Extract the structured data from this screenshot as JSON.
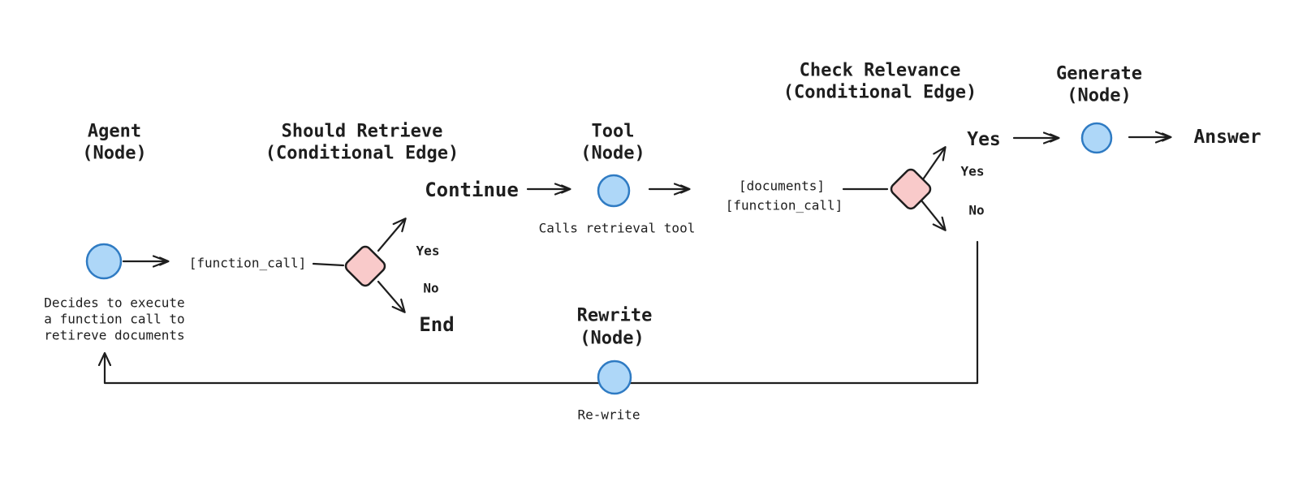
{
  "colors": {
    "background": "#ffffff",
    "node_fill": "#aed7f8",
    "node_stroke": "#2f7bc3",
    "diamond_fill": "#f9caca",
    "diamond_stroke": "#1e1e1e",
    "edge": "#1e1e1e",
    "blue_label": "#2d72b8",
    "dark_text": "#1e1e1e"
  },
  "nodes": {
    "agent": {
      "title": [
        "Agent",
        "(Node)"
      ],
      "caption": [
        "Decides to execute",
        "a function call to",
        "retireve documents"
      ]
    },
    "should_retrieve": {
      "title": [
        "Should Retrieve",
        "(Conditional Edge)"
      ]
    },
    "tool": {
      "title": [
        "Tool",
        "(Node)"
      ],
      "caption": "Calls retrieval tool"
    },
    "check_relevance": {
      "title": [
        "Check Relevance",
        "(Conditional Edge)"
      ]
    },
    "generate": {
      "title": [
        "Generate",
        "(Node)"
      ]
    },
    "rewrite": {
      "title": [
        "Rewrite",
        "(Node)"
      ],
      "caption": "Re-write"
    }
  },
  "edges": {
    "agent_state": "[function_call]",
    "tool_state": [
      "[documents]",
      "[function_call]"
    ],
    "should_retrieve_yes": "Yes",
    "should_retrieve_no": "No",
    "continue_label": "Continue",
    "end_label": "End",
    "check_relevance_yes": "Yes",
    "check_relevance_no": "No",
    "relevant_label": "Yes",
    "answer_label": "Answer"
  }
}
